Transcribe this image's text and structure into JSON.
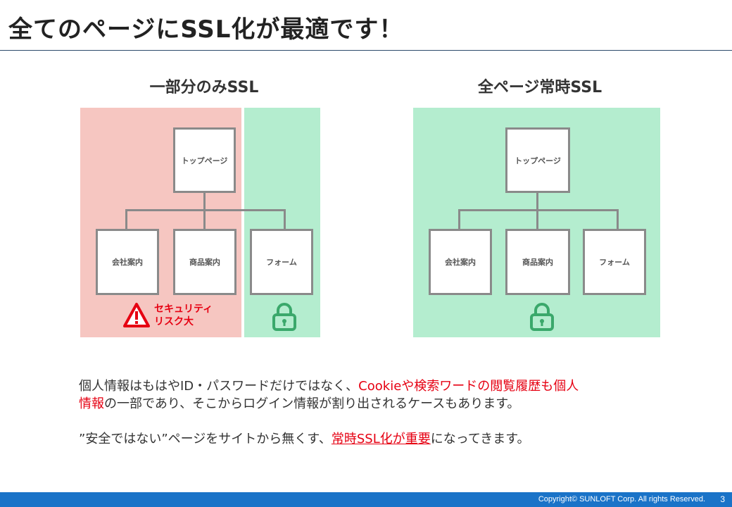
{
  "slide": {
    "title": "全てのページにSSL化が最適です！"
  },
  "left_diagram": {
    "heading": "一部分のみSSL",
    "top_node": "トップページ",
    "child_nodes": [
      "会社案内",
      "商品案内",
      "フォーム"
    ],
    "warning_line1": "セキュリティ",
    "warning_line2": "リスク大",
    "colors": {
      "unsecured": "#f6c6c1",
      "secured": "#b4edcf"
    }
  },
  "right_diagram": {
    "heading": "全ページ常時SSL",
    "top_node": "トップページ",
    "child_nodes": [
      "会社案内",
      "商品案内",
      "フォーム"
    ],
    "colors": {
      "secured": "#b4edcf"
    }
  },
  "icons": {
    "warning": "warning-triangle-icon",
    "lock": "padlock-icon"
  },
  "body": {
    "p1_a": "個人情報はもはやID・パスワードだけではなく、",
    "p1_red1": "Cookieや検索ワードの閲覧履歴も個人",
    "p1_red2": "情報",
    "p1_b": "の一部であり、そこからログイン情報が割り出されるケースもあります。",
    "p2_a": "”安全ではない”ページをサイトから無くす、",
    "p2_red": "常時SSL化が重要",
    "p2_b": "になってきます。"
  },
  "footer": {
    "copyright": "Copyright© SUNLOFT Corp. All rights Reserved.",
    "page_number": "3"
  }
}
